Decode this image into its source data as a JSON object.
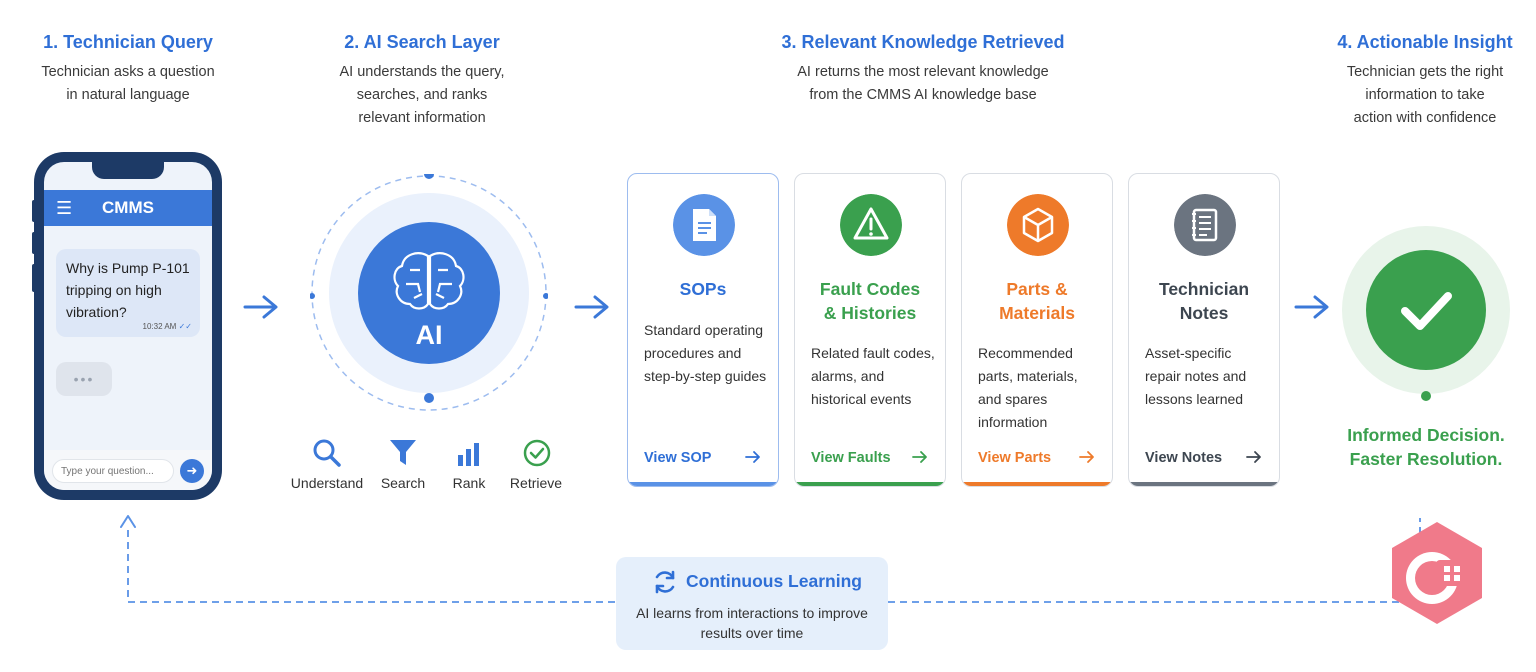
{
  "steps": [
    {
      "title": "1. Technician Query",
      "desc": "Technician asks a question\nin natural language"
    },
    {
      "title": "2. AI Search Layer",
      "desc": "AI understands the query,\nsearches, and ranks\nrelevant information"
    },
    {
      "title": "3. Relevant Knowledge Retrieved",
      "desc": "AI returns the most relevant knowledge\nfrom the CMMS AI knowledge base"
    },
    {
      "title": "4. Actionable Insight",
      "desc": "Technician gets the right\ninformation to take\naction with confidence"
    }
  ],
  "phone": {
    "app_title": "CMMS",
    "menu_icon": "hamburger-menu-icon",
    "message": "Why is Pump P-101 tripping on high vibration?",
    "time": "10:32 AM",
    "typing": "•••",
    "input_placeholder": "Type your question...",
    "send_icon": "send-arrow-icon"
  },
  "ai": {
    "label": "AI",
    "icon": "brain-circuit-icon",
    "stages": [
      {
        "label": "Understand",
        "icon": "search-icon"
      },
      {
        "label": "Search",
        "icon": "filter-icon"
      },
      {
        "label": "Rank",
        "icon": "bar-chart-icon"
      },
      {
        "label": "Retrieve",
        "icon": "check-circle-icon"
      }
    ]
  },
  "cards": [
    {
      "title": "SOPs",
      "desc": "Standard operating procedures and step-by-step guides",
      "link": "View SOP",
      "color": "#2f6fd6",
      "icon": "document-icon"
    },
    {
      "title": "Fault Codes\n& Histories",
      "desc": "Related fault codes, alarms, and historical events",
      "link": "View Faults",
      "color": "#3aa04e",
      "icon": "warning-triangle-icon"
    },
    {
      "title": "Parts &\nMaterials",
      "desc": "Recommended parts, materials, and spares information",
      "link": "View Parts",
      "color": "#ee7a2a",
      "icon": "box-icon"
    },
    {
      "title": "Technician\nNotes",
      "desc": "Asset-specific repair notes and lessons learned",
      "link": "View Notes",
      "color": "#3d4650",
      "icon": "notes-icon"
    }
  ],
  "final": {
    "text": "Informed Decision.\nFaster Resolution.",
    "icon": "checkmark-icon"
  },
  "learning": {
    "title": "Continuous Learning",
    "desc": "AI learns from interactions to improve\nresults over time",
    "icon": "refresh-cycle-icon"
  },
  "colors": {
    "primary": "#2f6fd6",
    "green": "#3aa04e",
    "orange": "#ee7a2a",
    "gray": "#6b7480",
    "dark_navy": "#1d3a66"
  }
}
